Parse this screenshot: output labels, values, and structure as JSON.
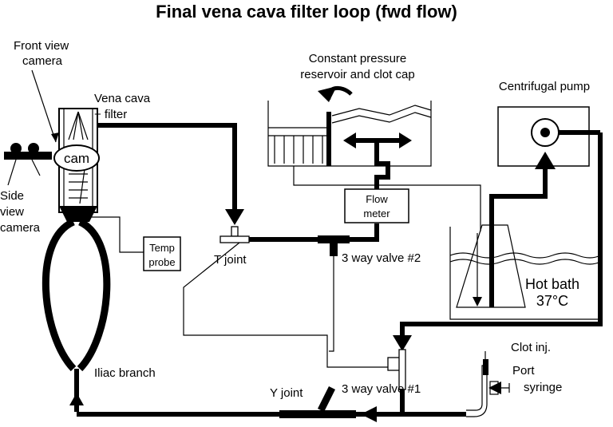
{
  "title": "Final vena cava filter loop (fwd flow)",
  "labels": {
    "front_view_camera_1": "Front view",
    "front_view_camera_2": "camera",
    "side_view_camera_1": "Side",
    "side_view_camera_2": "view",
    "side_view_camera_3": "camera",
    "cam": "cam",
    "vena_cava_1": "Vena cava",
    "vena_cava_2": "+ filter",
    "reservoir_1": "Constant pressure",
    "reservoir_2": "reservoir and clot cap",
    "centrifugal_pump": "Centrifugal pump",
    "flow_meter_1": "Flow",
    "flow_meter_2": "meter",
    "temp_probe_1": "Temp",
    "temp_probe_2": "probe",
    "t_joint": "T joint",
    "valve2": "3 way valve #2",
    "hot_bath_1": "Hot bath",
    "hot_bath_2": "37°C",
    "iliac_branch": "Iliac branch",
    "y_joint": "Y joint",
    "valve1": "3 way valve #1",
    "clot_inj": "Clot inj.",
    "port": "Port",
    "syringe": "syringe"
  }
}
